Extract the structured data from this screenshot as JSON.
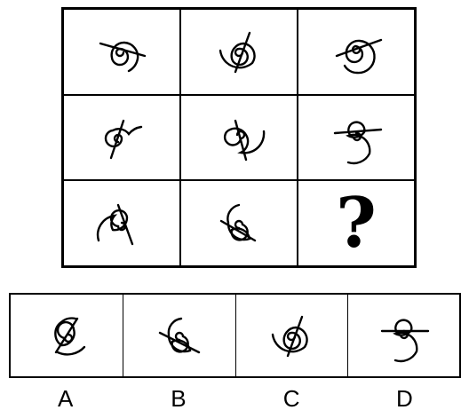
{
  "question_mark": "?",
  "options": [
    {
      "letter": "A"
    },
    {
      "letter": "B"
    },
    {
      "letter": "C"
    },
    {
      "letter": "D"
    }
  ],
  "icons": {
    "grid": [
      "spiral-icon",
      "spiral-icon",
      "spiral-icon",
      "spiral-icon",
      "spiral-icon",
      "spiral-icon",
      "spiral-icon",
      "spiral-icon"
    ],
    "options": [
      "spiral-icon",
      "spiral-icon",
      "spiral-icon",
      "spiral-icon"
    ]
  }
}
